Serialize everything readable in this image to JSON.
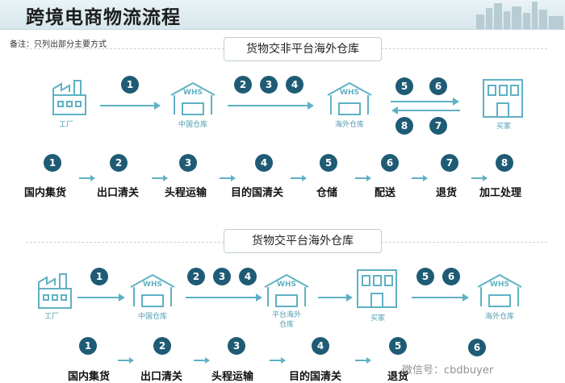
{
  "header": {
    "title": "跨境电商物流流程"
  },
  "note": "备注：只列出部分主要方式",
  "section1": {
    "title": "货物交非平台海外仓库",
    "nodes": {
      "factory": "工厂",
      "china_wh": "中国仓库",
      "overseas_wh": "海外仓库",
      "buyer": "买家"
    },
    "whs_text": "WHS",
    "badges": {
      "b1": "1",
      "b2": "2",
      "b3": "3",
      "b4": "4",
      "b5": "5",
      "b6": "6",
      "b8": "8",
      "b7": "7"
    },
    "steps": [
      {
        "num": "1",
        "label": "国内集货"
      },
      {
        "num": "2",
        "label": "出口清关"
      },
      {
        "num": "3",
        "label": "头程运输"
      },
      {
        "num": "4",
        "label": "目的国清关"
      },
      {
        "num": "5",
        "label": "仓储"
      },
      {
        "num": "6",
        "label": "配送"
      },
      {
        "num": "7",
        "label": "退货"
      },
      {
        "num": "8",
        "label": "加工处理"
      }
    ]
  },
  "section2": {
    "title": "货物交平台海外仓库",
    "nodes": {
      "factory": "工厂",
      "china_wh": "中国仓库",
      "platform_wh_1": "平台海外",
      "platform_wh_2": "仓库",
      "buyer": "买家",
      "overseas_wh": "海外仓库"
    },
    "whs_text": "WHS",
    "badges": {
      "b1": "1",
      "b2": "2",
      "b3": "3",
      "b4": "4",
      "b5": "5",
      "b6": "6"
    },
    "steps": [
      {
        "num": "1",
        "label": "国内集货"
      },
      {
        "num": "2",
        "label": "出口清关"
      },
      {
        "num": "3",
        "label": "头程运输"
      },
      {
        "num": "4",
        "label": "目的国清关"
      },
      {
        "num": "5",
        "label": "退货"
      },
      {
        "num": "6",
        "label": ""
      }
    ]
  },
  "watermark": "微信号：cbdbuyer",
  "colors": {
    "accent": "#5fb1c4",
    "badge": "#1f5b74"
  }
}
